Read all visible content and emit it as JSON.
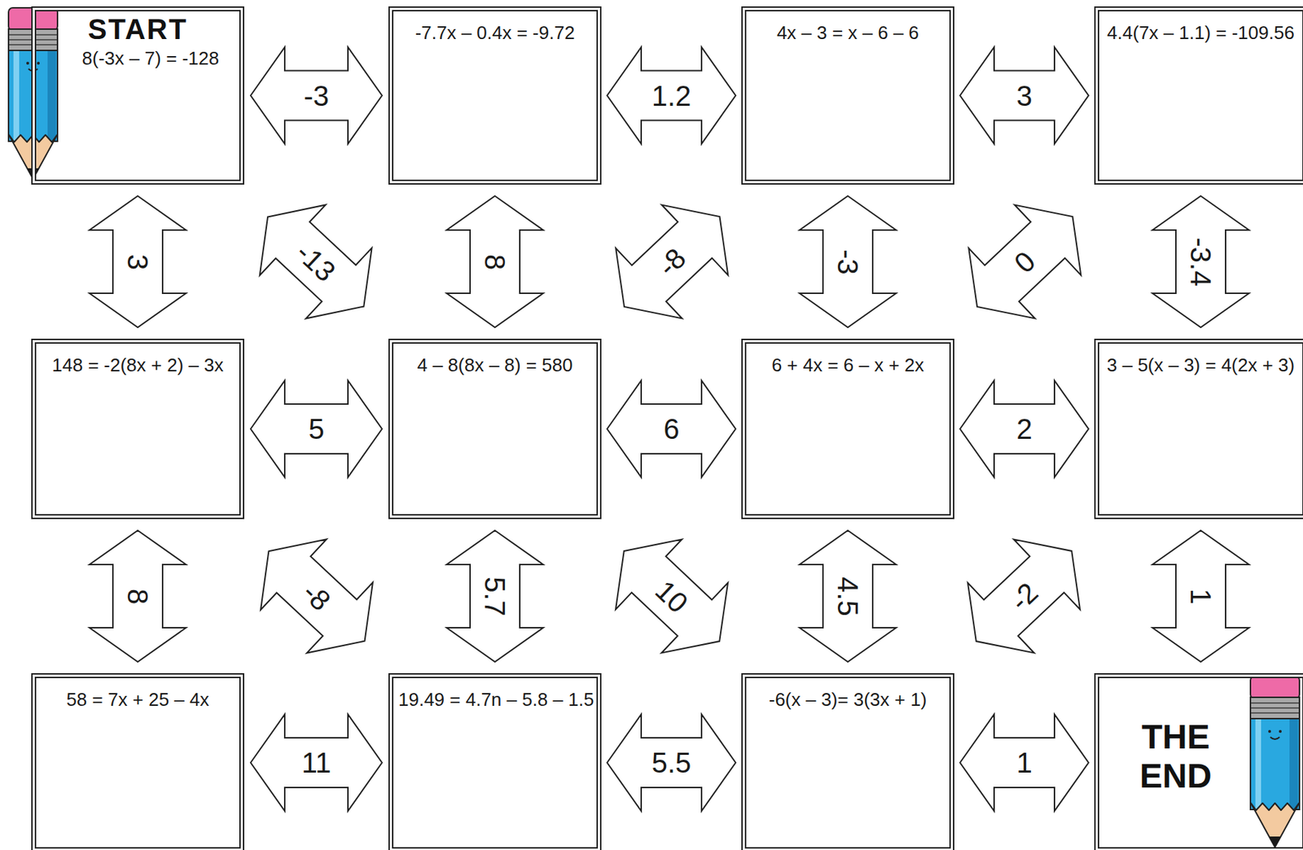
{
  "diagram": {
    "nodes": [
      {
        "text": [
          "START",
          "8(-3x – 7) = -128"
        ]
      },
      {
        "text": [
          "-7.7x – 0.4x = -9.72"
        ]
      },
      {
        "text": [
          "4x – 3 = x – 6 – 6"
        ]
      },
      {
        "text": [
          "4.4(7x – 1.1) = -109.56"
        ]
      },
      {
        "text": [
          "148 = -2(8x + 2) – 3x"
        ]
      },
      {
        "text": [
          "4 – 8(8x – 8) = 580"
        ]
      },
      {
        "text": [
          "6 + 4x = 6 – x + 2x"
        ]
      },
      {
        "text": [
          "3 – 5(x – 3) = 4(2x + 3)"
        ]
      },
      {
        "text": [
          "58 = 7x + 25 – 4x"
        ]
      },
      {
        "text": [
          "19.49 = 4.7n – 5.8 – 1.5"
        ]
      },
      {
        "text": [
          "-6(x – 3)= 3(3x + 1)"
        ]
      },
      {
        "text": [
          "THE END"
        ]
      }
    ],
    "edges": [
      {
        "from": 0,
        "to": 1,
        "label": "-3",
        "arrow": "both"
      },
      {
        "from": 1,
        "to": 2,
        "label": "1.2",
        "arrow": "both"
      },
      {
        "from": 2,
        "to": 3,
        "label": "3",
        "arrow": "both"
      },
      {
        "from": 0,
        "to": 4,
        "label": "3",
        "arrow": "both"
      },
      {
        "from": 0,
        "to": 5,
        "label": "-13",
        "arrow": "both"
      },
      {
        "from": 1,
        "to": 5,
        "label": "8",
        "arrow": "both"
      },
      {
        "from": 2,
        "to": 5,
        "label": "-8",
        "arrow": "both"
      },
      {
        "from": 2,
        "to": 6,
        "label": "-3",
        "arrow": "both"
      },
      {
        "from": 3,
        "to": 6,
        "label": "0",
        "arrow": "both"
      },
      {
        "from": 3,
        "to": 7,
        "label": "-3.4",
        "arrow": "both"
      },
      {
        "from": 4,
        "to": 5,
        "label": "5",
        "arrow": "both"
      },
      {
        "from": 5,
        "to": 6,
        "label": "6",
        "arrow": "both"
      },
      {
        "from": 6,
        "to": 7,
        "label": "2",
        "arrow": "both"
      },
      {
        "from": 4,
        "to": 8,
        "label": "8",
        "arrow": "both"
      },
      {
        "from": 4,
        "to": 9,
        "label": "-8",
        "arrow": "both"
      },
      {
        "from": 5,
        "to": 9,
        "label": "5.7",
        "arrow": "both"
      },
      {
        "from": 5,
        "to": 10,
        "label": "10",
        "arrow": "both"
      },
      {
        "from": 6,
        "to": 10,
        "label": "4.5",
        "arrow": "both"
      },
      {
        "from": 7,
        "to": 10,
        "label": "-2",
        "arrow": "both"
      },
      {
        "from": 7,
        "to": 11,
        "label": "1",
        "arrow": "both"
      },
      {
        "from": 8,
        "to": 9,
        "label": "11",
        "arrow": "both"
      },
      {
        "from": 9,
        "to": 10,
        "label": "5.5",
        "arrow": "both"
      },
      {
        "from": 10,
        "to": 11,
        "label": "1",
        "arrow": "both"
      }
    ]
  }
}
